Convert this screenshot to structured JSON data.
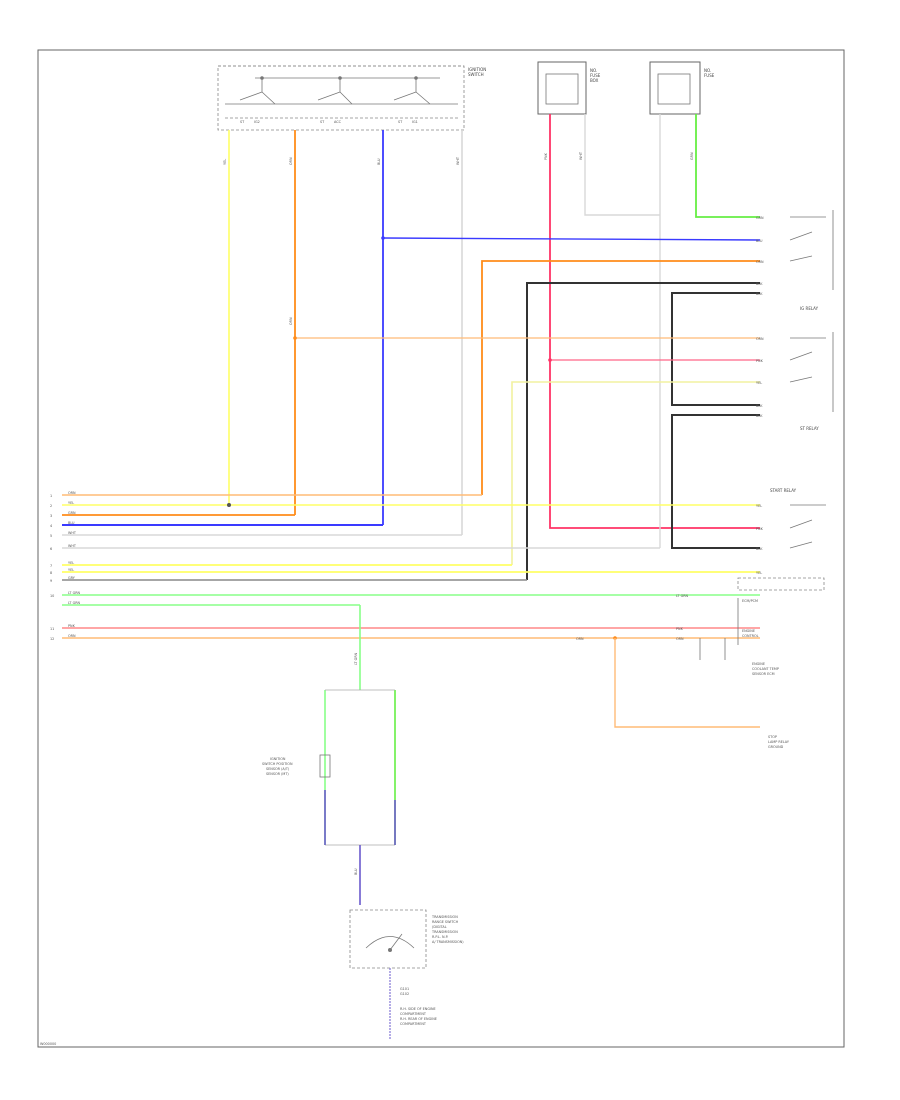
{
  "footer_code": "W000000",
  "components": {
    "ignition_switch": [
      "IGNITION",
      "SWITCH"
    ],
    "ig_relay": "IG RELAY",
    "st_relay": "ST RELAY",
    "start_relay": "START RELAY",
    "fuse_left": [
      "NO.",
      "FUSE",
      "BOX"
    ],
    "fuse_right": [
      "NO.",
      "FUSE"
    ],
    "ecm_label": "ECM/PCM",
    "ecm_sub": [
      "ENGINE",
      "CONTROL"
    ],
    "ecm_right": [
      "ENGINE",
      "COOLANT TEMP",
      "SENSOR ECM"
    ],
    "lock_sensor": [
      "STOP",
      "LAMP RELAY",
      "GROUND"
    ],
    "range_switch": [
      "TRANSMISSION",
      "RANGE SWITCH",
      "(DIGITAL",
      "TRANSMISSION",
      "R.P.L. N.P.",
      "A/ TRANSMISSION)"
    ],
    "ignition_sensor": [
      "IGNITION",
      "SWITCH POSITION",
      "SENSOR (A/T)",
      "SENSOR (MT)"
    ],
    "bottom_note": [
      "G101",
      "G102"
    ],
    "bottom_side": [
      "R.H. SIDE OF ENGINE",
      "COMPARTMENT",
      "R.H. REAR OF ENGINE",
      "COMPARTMENT"
    ]
  },
  "switch_positions": [
    "ST",
    "IG2",
    "ST",
    "ACC",
    "ST",
    "IG1"
  ],
  "connector_pins": [
    "1",
    "2",
    "3",
    "4",
    "5",
    "6",
    "7",
    "8",
    "9",
    "10",
    "11",
    "12"
  ],
  "wire_labels": {
    "left_h": [
      "ORN",
      "YEL",
      "GRN",
      "BLU",
      "WHT",
      "WHT",
      "YEL",
      "YEL",
      "GRY",
      "LT GRN",
      "LT GRN",
      "PNK",
      "ORN"
    ],
    "relay1": [
      "GRN",
      "BLU",
      "ORN",
      "BLK",
      "BLK"
    ],
    "relay2": [
      "ORN",
      "PNK",
      "YEL",
      "BLK",
      "BLK"
    ],
    "start": [
      "YEL",
      "PNK",
      "BLK"
    ],
    "lower": [
      "YEL",
      "LT GRN",
      "PNK",
      "ORN",
      "ORN"
    ],
    "vertical": [
      "YEL",
      "ORN",
      "BLU",
      "WHT",
      "PNK",
      "WHT",
      "GRN",
      "ORN",
      "LT GRN",
      "BLU"
    ]
  },
  "wire_colors": {
    "yellow": "#ffff66",
    "orange": "#ff8c1a",
    "blue": "#3a3aff",
    "white": "#d8d8d8",
    "pink": "#ff3366",
    "green": "#66ee44",
    "black": "#333333",
    "gray": "#888888",
    "light_green": "#88ff88",
    "light_orange": "#ffbb77",
    "light_yellow": "#f2f2a0",
    "salmon": "#ff8888",
    "purple": "#6a5acd"
  }
}
